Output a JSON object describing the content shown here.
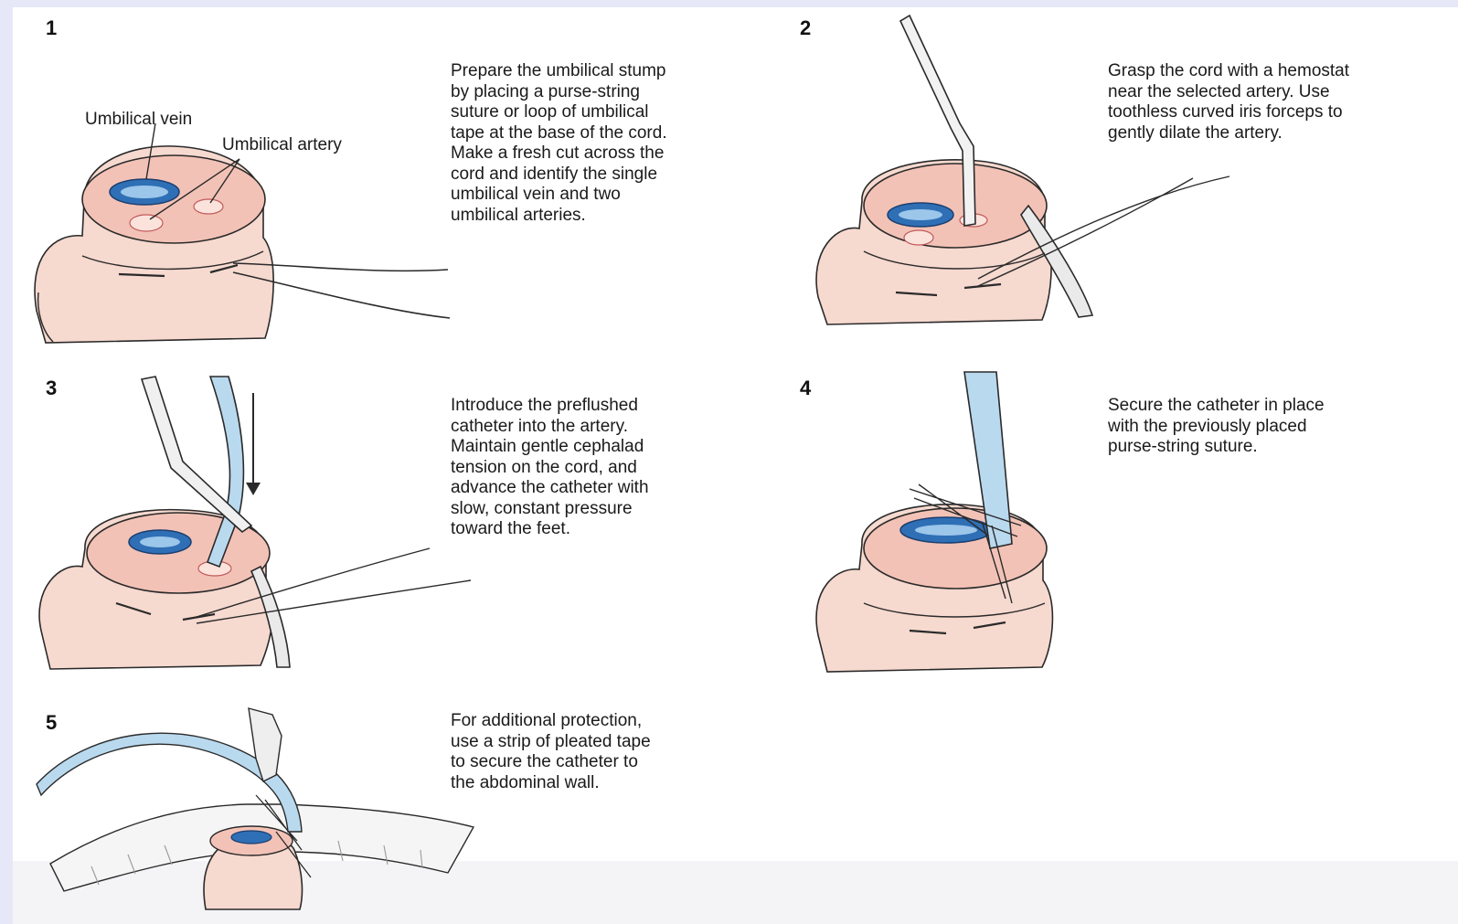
{
  "labels": {
    "vein": "Umbilical vein",
    "artery": "Umbilical artery"
  },
  "steps": [
    {
      "number": "1",
      "text": "Prepare the umbilical stump\nby placing a purse-string\nsuture or loop of umbilical\ntape at the base of the cord.\nMake a fresh cut across the\ncord and identify the single\numbilical vein and two\numbilical arteries."
    },
    {
      "number": "2",
      "text": "Grasp the cord with a hemostat\nnear the selected artery. Use\ntoothless curved iris forceps to\ngently dilate the artery."
    },
    {
      "number": "3",
      "text": "Introduce the preflushed\ncatheter into the artery.\nMaintain gentle cephalad\ntension on the cord, and\nadvance the catheter with\nslow, constant pressure\ntoward the feet."
    },
    {
      "number": "4",
      "text": "Secure the catheter in place\nwith the previously placed\npurse-string suture."
    },
    {
      "number": "5",
      "text": "For additional protection,\nuse a strip of pleated tape\nto secure the catheter to\nthe abdominal wall."
    }
  ],
  "colors": {
    "skin": "#f6d9cf",
    "cut_surface": "#f3c2b6",
    "vein": "#2f6fb5",
    "vein_highlight": "#9cc6ea",
    "catheter": "#b9d9ee",
    "outline": "#2a2a2a"
  }
}
